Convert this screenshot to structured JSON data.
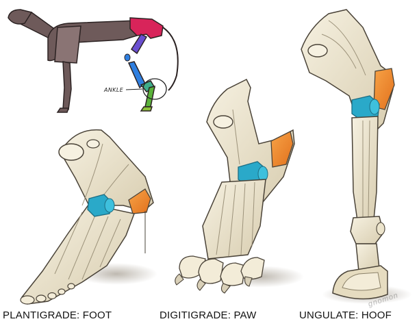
{
  "figure": {
    "skeleton_label": "ANKLE",
    "panels": [
      {
        "id": "plantigrade",
        "caption": "PLANTIGRADE: FOOT"
      },
      {
        "id": "digitigrade",
        "caption": "DIGITIGRADE: PAW"
      },
      {
        "id": "ungulate",
        "caption": "UNGULATE: HOOF"
      }
    ],
    "watermark": "gnomon"
  },
  "colors": {
    "bone": "#efe8d2",
    "bone_shade": "#c9bfa1",
    "outline": "#4a4338",
    "ankle_joint": "#2aa9c9",
    "heel": "#f08a2c",
    "skeleton_body": "#6e5a5a",
    "hip": "#d8245a",
    "limb_purple": "#6a4fd0",
    "limb_blue": "#2f7fe0",
    "limb_green": "#5ab23a"
  }
}
